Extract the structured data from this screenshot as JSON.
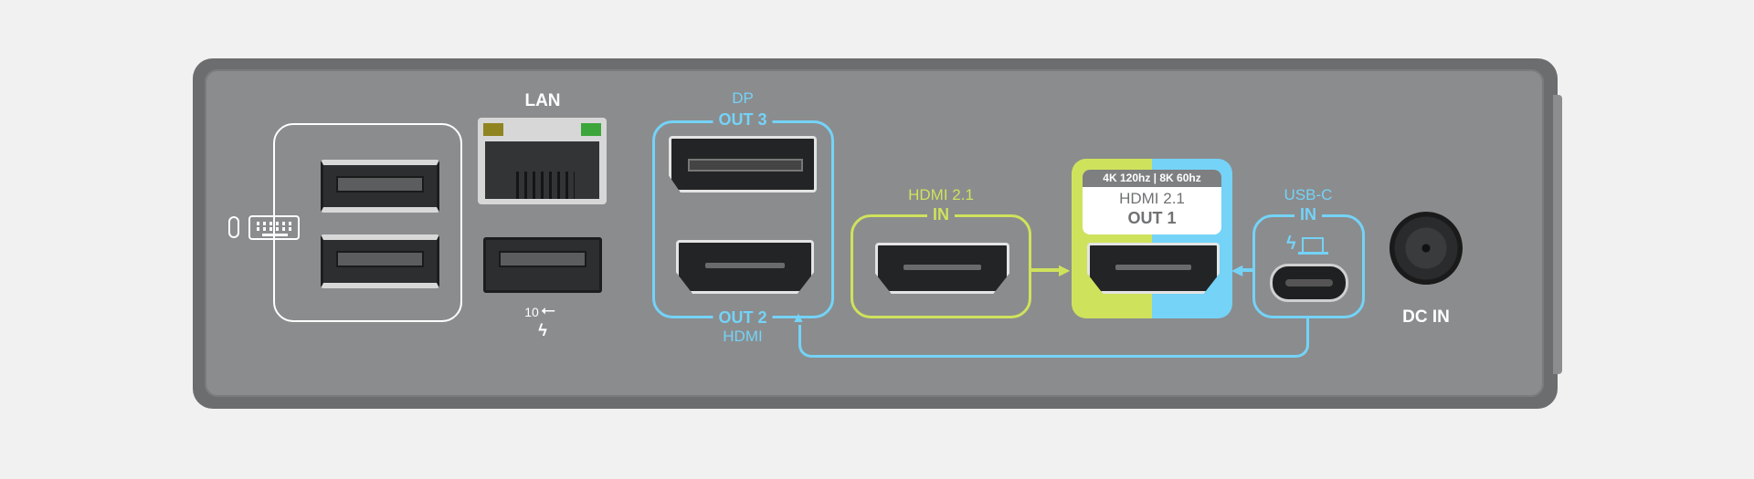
{
  "labels": {
    "lan": "LAN",
    "usb_speed": "10",
    "dp": "DP",
    "out3": "OUT 3",
    "out2": "OUT 2",
    "hdmi": "HDMI",
    "hdmi_in_title": "HDMI 2.1",
    "hdmi_in": "IN",
    "out1_spec": "4K 120hz | 8K 60hz",
    "out1_title": "HDMI 2.1",
    "out1": "OUT 1",
    "usbc_title": "USB-C",
    "usbc_in": "IN",
    "dc_in": "DC IN"
  },
  "icons": [
    "mouse-icon",
    "keyboard-icon",
    "usb-icon",
    "lightning-icon",
    "laptop-icon"
  ],
  "colors": {
    "blue": "#74d3f7",
    "green": "#cfe25c",
    "panel": "#8b8c8e",
    "frame": "#6c6d6f"
  }
}
